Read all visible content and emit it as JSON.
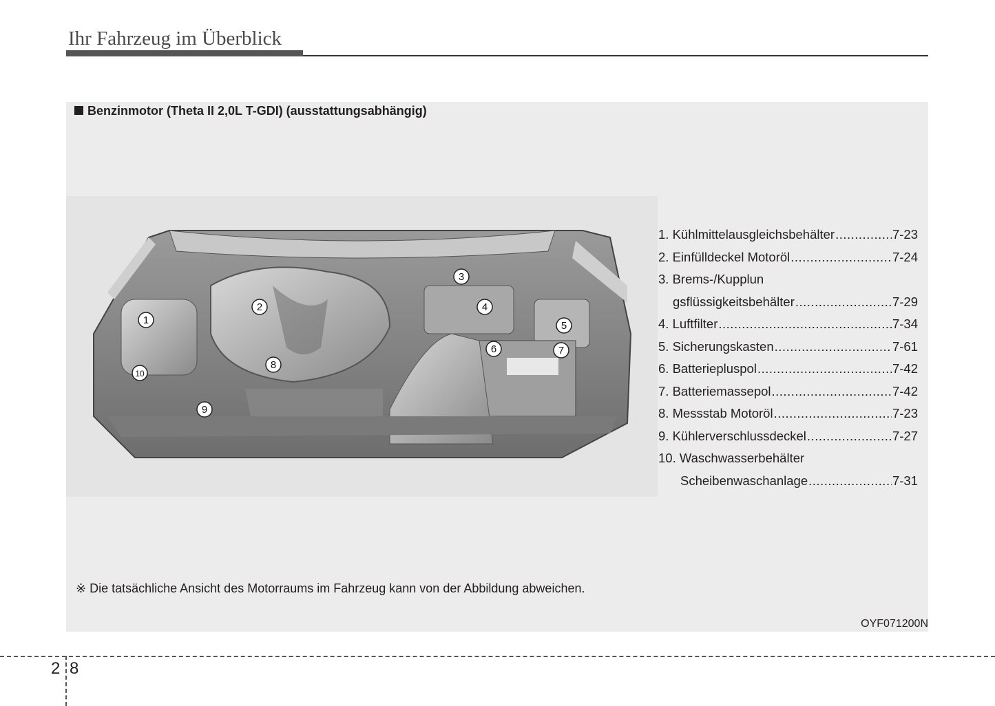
{
  "header": {
    "title": "Ihr Fahrzeug im Überblick"
  },
  "section": {
    "title": "Benzinmotor (Theta II 2,0L T-GDI) (ausstattungsabhängig)"
  },
  "figure": {
    "callouts": [
      "1",
      "2",
      "3",
      "4",
      "5",
      "6",
      "7",
      "8",
      "9",
      "10"
    ]
  },
  "legend": [
    {
      "num": "1.",
      "label": "Kühlmittelausgleichsbehälter",
      "page": "7-23"
    },
    {
      "num": "2.",
      "label": "Einfülldeckel Motoröl",
      "page": "7-24"
    },
    {
      "num": "3.",
      "label": "Brems-/Kupplun",
      "label2": "gsflüssigkeitsbehälter",
      "page": "7-29"
    },
    {
      "num": "4.",
      "label": "Luftfilter",
      "page": "7-34"
    },
    {
      "num": "5.",
      "label": "Sicherungskasten",
      "page": "7-61"
    },
    {
      "num": "6.",
      "label": "Batteriepluspol",
      "page": "7-42"
    },
    {
      "num": "7.",
      "label": "Batteriemassepol",
      "page": "7-42"
    },
    {
      "num": "8.",
      "label": "Messstab Motoröl",
      "page": "7-23"
    },
    {
      "num": "9.",
      "label": "Kühlerverschlussdeckel",
      "page": "7-27"
    },
    {
      "num": "10.",
      "label": "Waschwasserbehälter",
      "label2": "Scheibenwaschanlage",
      "page": "7-31"
    }
  ],
  "note": "※ Die tatsächliche Ansicht des Motorraums im Fahrzeug kann von der Abbildung abweichen.",
  "figure_code": "OYF071200N",
  "footer": {
    "chapter": "2",
    "page": "8"
  }
}
